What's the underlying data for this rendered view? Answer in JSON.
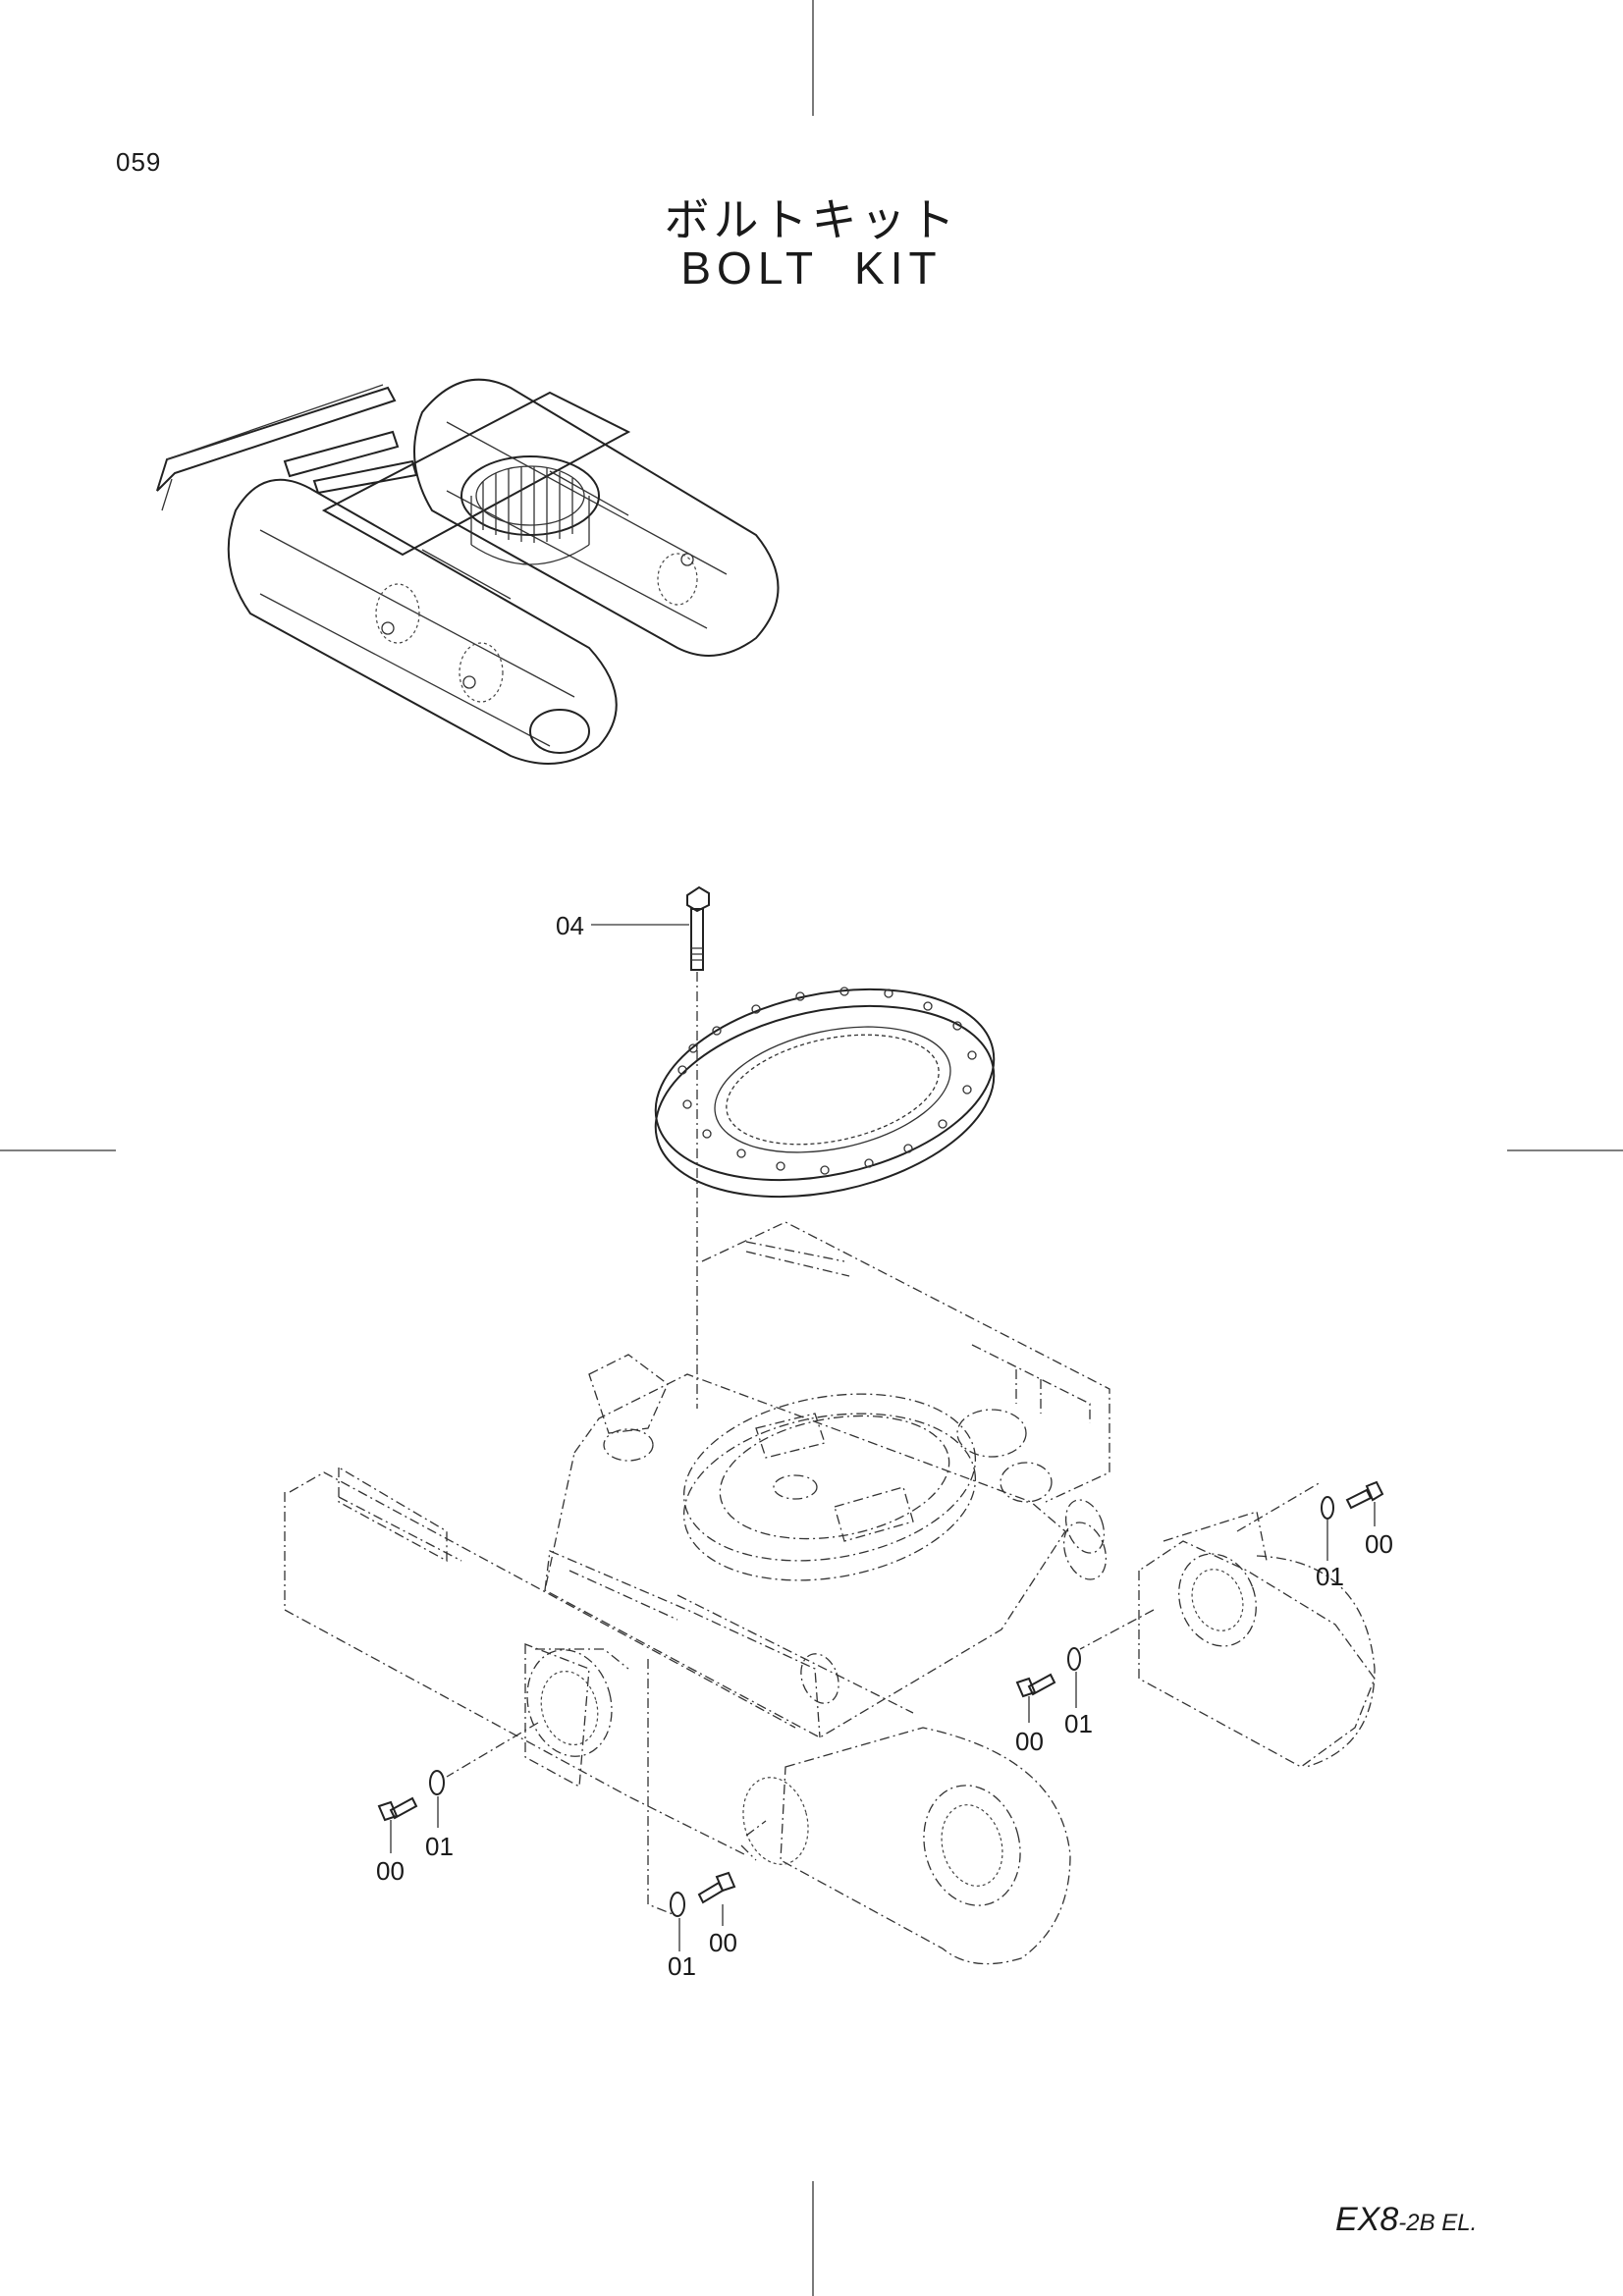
{
  "page_number": "059",
  "title_japanese": "ボルトキット",
  "title_english": "BOLT  KIT",
  "model": {
    "main": "EX8",
    "suffix": "-2B EL."
  },
  "callouts": {
    "c04": "04",
    "c00_right": "00",
    "c01_right": "01",
    "c00_mid": "00",
    "c01_mid": "01",
    "c00_left": "00",
    "c01_left": "01",
    "c01_bottom": "01",
    "c00_bottom": "00"
  }
}
